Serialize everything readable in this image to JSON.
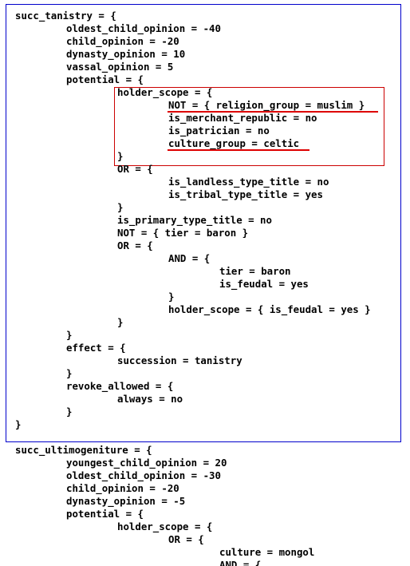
{
  "code": {
    "lines": [
      "succ_tanistry = {",
      "oldest_child_opinion = -40",
      "child_opinion = -20",
      "dynasty_opinion = 10",
      "vassal_opinion = 5",
      "potential = {",
      "holder_scope = {",
      "NOT = { religion_group = muslim }",
      "is_merchant_republic = no",
      "is_patrician = no",
      "culture_group = celtic",
      "}",
      "OR = {",
      "is_landless_type_title = no",
      "is_tribal_type_title = yes",
      "}",
      "is_primary_type_title = no",
      "NOT = { tier = baron }",
      "OR = {",
      "AND = {",
      "tier = baron",
      "is_feudal = yes",
      "}",
      "holder_scope = { is_feudal = yes }",
      "}",
      "}",
      "effect = {",
      "succession = tanistry",
      "}",
      "revoke_allowed = {",
      "always = no",
      "}",
      "}",
      "succ_ultimogeniture = {",
      "youngest_child_opinion = 20",
      "oldest_child_opinion = -30",
      "child_opinion = -20",
      "dynasty_opinion = -5",
      "potential = {",
      "holder_scope = {",
      "OR = {",
      "culture = mongol",
      "AND = {"
    ]
  },
  "colors": {
    "highlight_box": "#cc0000",
    "outer_box": "#0000cc",
    "underline": "#dd0000"
  }
}
